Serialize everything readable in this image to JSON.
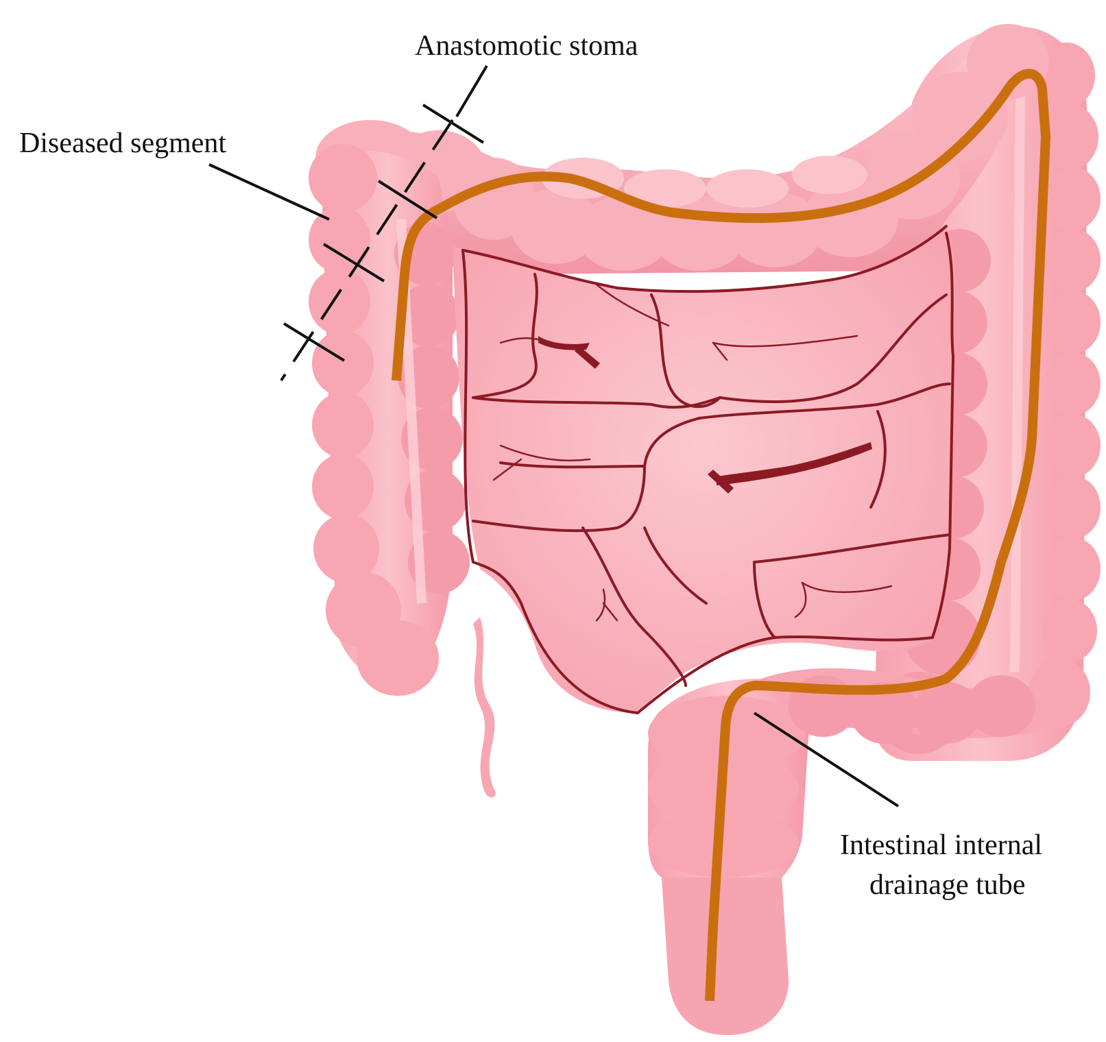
{
  "labels": {
    "anastomotic_stoma": "Anastomotic stoma",
    "diseased_segment": "Diseased segment",
    "drainage_tube_line1": "Intestinal internal",
    "drainage_tube_line2": "drainage tube"
  },
  "colors": {
    "background": "#ffffff",
    "colon_fill": "#f7a9b3",
    "colon_light": "#fbc3ca",
    "colon_shadow": "#ee909d",
    "small_intestine_fill": "#f9b4bd",
    "vessel": "#8b1a24",
    "tube": "#c96f0e",
    "leader_line": "#111111"
  }
}
